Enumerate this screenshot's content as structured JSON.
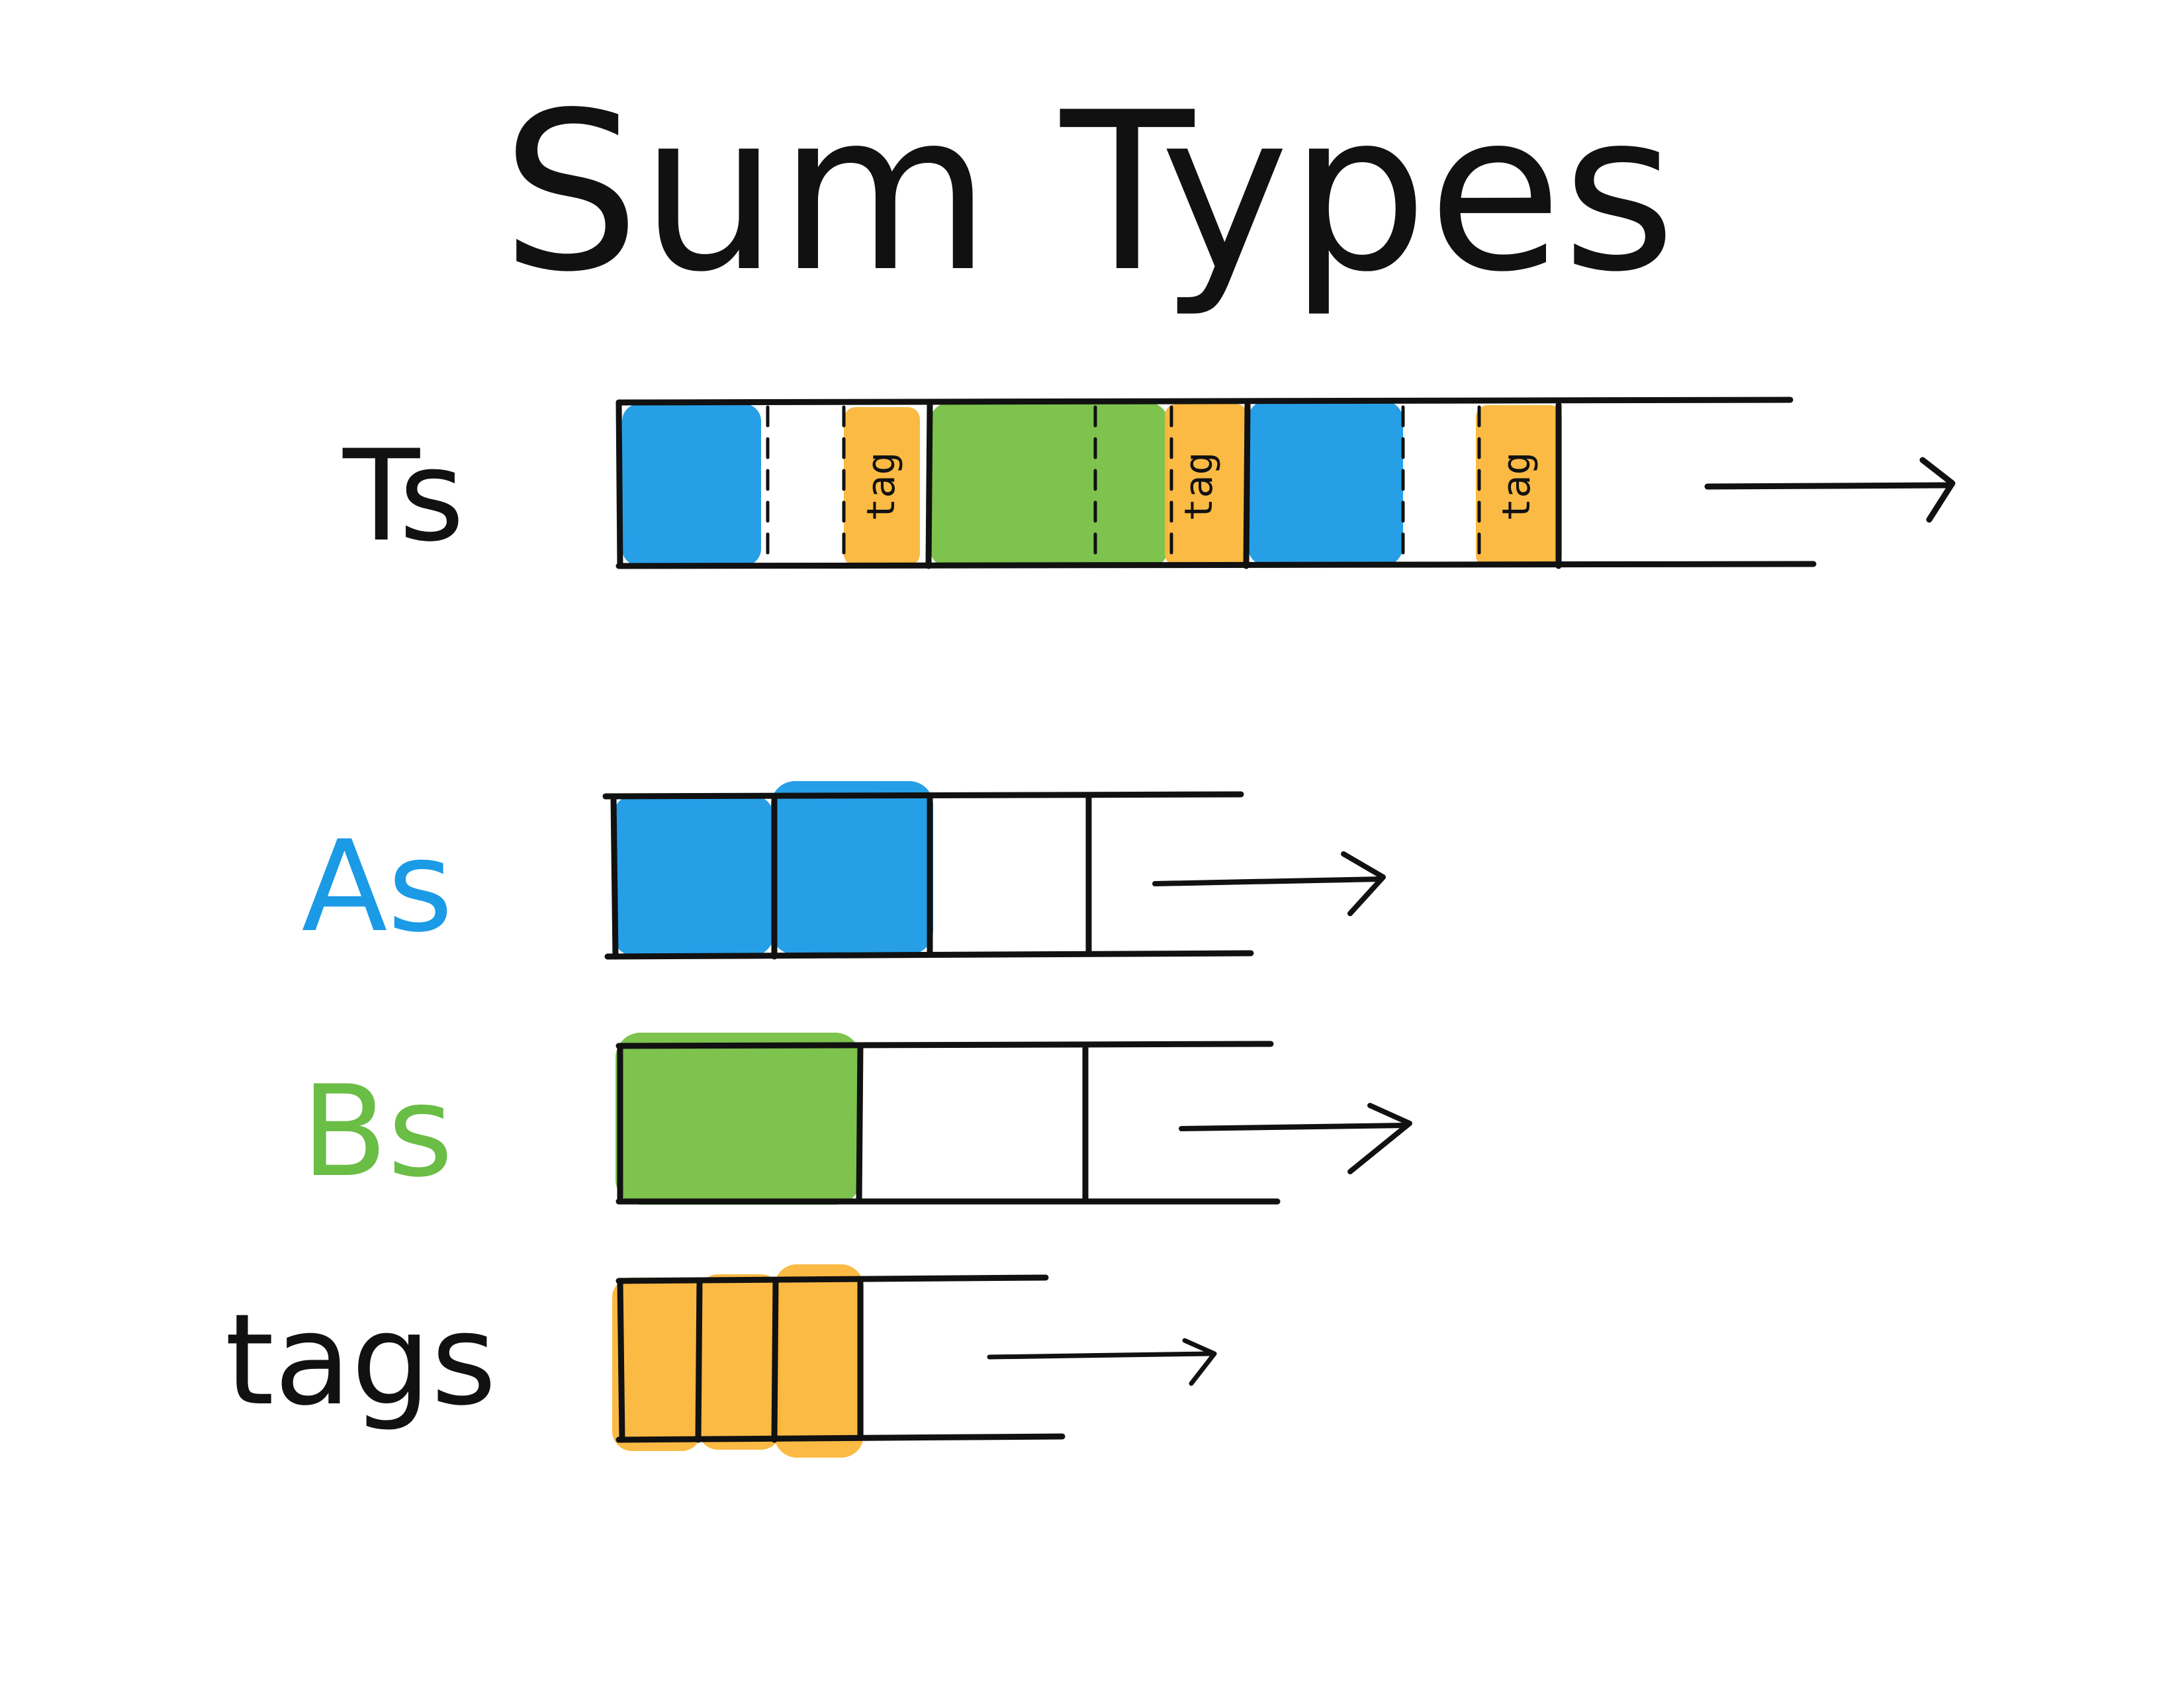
{
  "title": "Sum Types",
  "colors": {
    "ink": "#111111",
    "blue": "#1b9ae6",
    "green": "#76c043",
    "orange": "#fbb63a"
  },
  "rows": {
    "ts": {
      "label": "Ts",
      "label_color": "#111111"
    },
    "as": {
      "label": "As",
      "label_color": "#1b9ae6"
    },
    "bs": {
      "label": "Bs",
      "label_color": "#6abd45"
    },
    "tags": {
      "label": "tags",
      "label_color": "#111111"
    }
  },
  "ts_array": {
    "elements": [
      {
        "variant": "A",
        "payload_color": "#1b9ae6",
        "tag_text": "tag",
        "tag_color": "#fbb63a"
      },
      {
        "variant": "B",
        "payload_color": "#76c043",
        "tag_text": "tag",
        "tag_color": "#fbb63a"
      },
      {
        "variant": "A",
        "payload_color": "#1b9ae6",
        "tag_text": "tag",
        "tag_color": "#fbb63a"
      }
    ]
  },
  "as_array": {
    "filled_cells": 2,
    "color": "#1b9ae6"
  },
  "bs_array": {
    "filled_cells": 1,
    "color": "#76c043"
  },
  "tags_array": {
    "filled_cells": 3,
    "color": "#fbb63a"
  },
  "icons": {
    "growth_arrow": "arrow-right-icon"
  }
}
